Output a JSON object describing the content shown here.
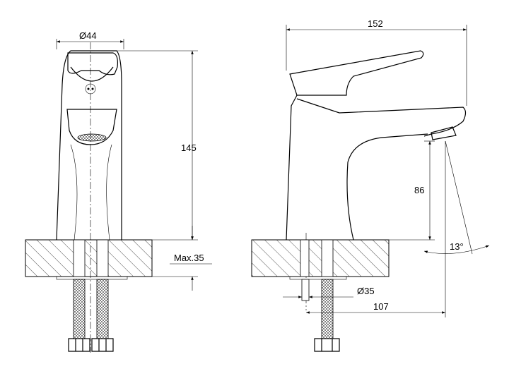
{
  "title": "Basin faucet technical drawing",
  "front_view": {
    "diameter_label": "Ø44",
    "height_label": "145",
    "max_thickness_label": "Max.35"
  },
  "side_view": {
    "length_label": "152",
    "spout_height_label": "86",
    "angle_label": "13°",
    "hole_diameter_label": "Ø35",
    "reach_label": "107"
  },
  "colors": {
    "line": "#000000",
    "background": "#ffffff"
  }
}
